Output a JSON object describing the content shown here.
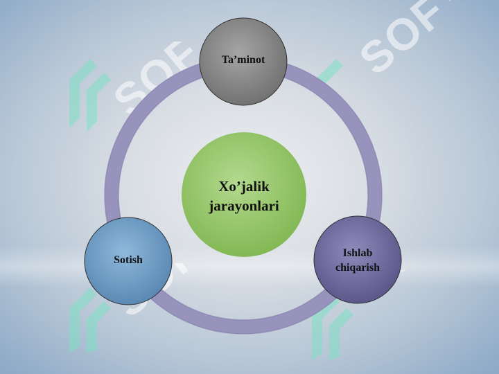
{
  "diagram": {
    "center": {
      "label_line1": "Xo’jalik",
      "label_line2": "jarayonlari",
      "color": "#94c36a"
    },
    "nodes": [
      {
        "id": "taminot",
        "label": "Ta’minot",
        "color": "#8a8a8a"
      },
      {
        "id": "ishlab",
        "label_line1": "Ishlab",
        "label_line2": "chiqarish",
        "color": "#6f6a9a"
      },
      {
        "id": "sotish",
        "label": "Sotish",
        "color": "#6f9cc3"
      }
    ],
    "ring_color": "#9893bd"
  },
  "watermark": {
    "text": "SOFT"
  }
}
